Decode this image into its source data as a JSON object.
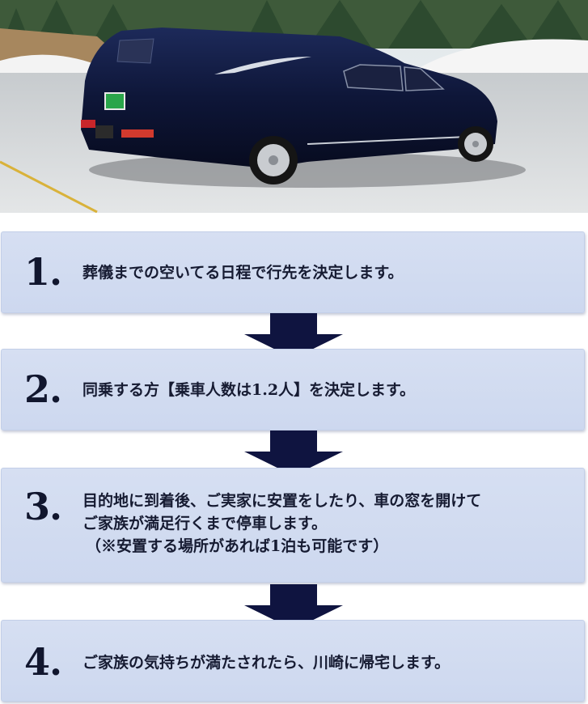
{
  "steps": [
    {
      "number": "1.",
      "lines": [
        "葬儀までの空いてる日程で行先を決定します。"
      ]
    },
    {
      "number": "2.",
      "lines": [
        "同乗する方【乗車人数は1.2人】を決定します。"
      ]
    },
    {
      "number": "3.",
      "lines": [
        "目的地に到着後、ご実家に安置をしたり、車の窓を開けて",
        "ご家族が満足行くまで停車します。",
        "（※安置する場所があれば1泊も可能です）"
      ]
    },
    {
      "number": "4.",
      "lines": [
        "ご家族の気持ちが満たされたら、川崎に帰宅します。"
      ]
    }
  ],
  "colors": {
    "box": "#d2dcf1",
    "arrow": "#0f1440",
    "text": "#161b32"
  },
  "icons": {
    "arrow": "arrow-down-icon"
  }
}
